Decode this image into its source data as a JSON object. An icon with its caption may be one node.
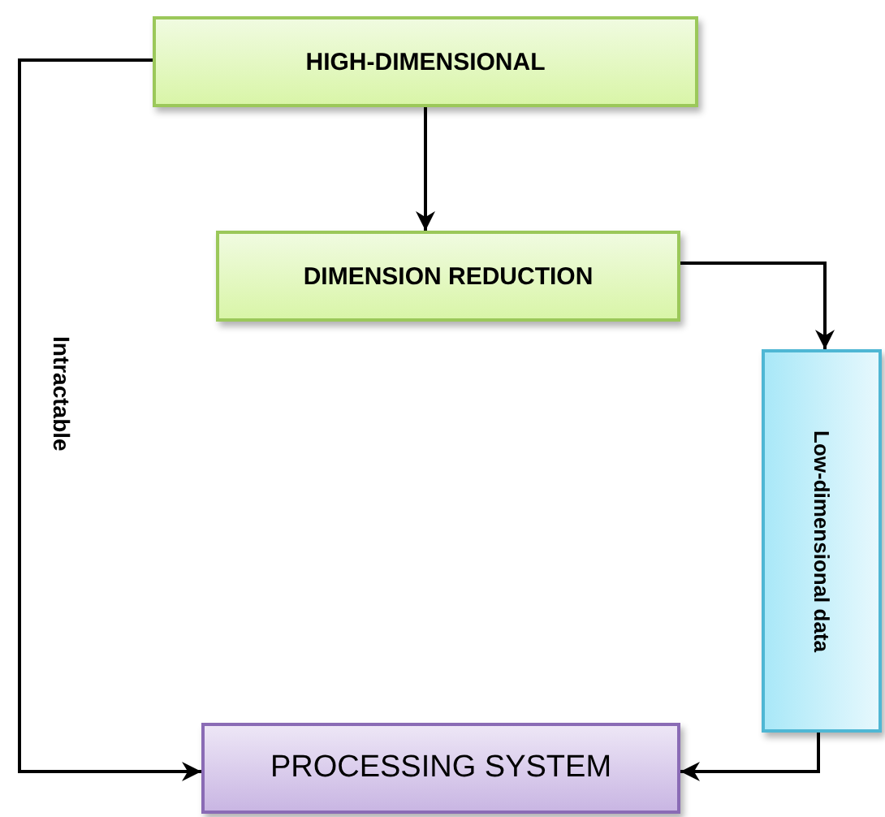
{
  "diagram": {
    "nodes": [
      {
        "text": [
          "HIGH-DIMENSIONAL"
        ]
      },
      {
        "text": [
          "DIMENSION REDUCTION"
        ]
      },
      {
        "text": [
          "Low-dimensional data"
        ]
      },
      {
        "text": [
          "PROCESSING SYSTEM"
        ]
      }
    ],
    "edges": [
      {
        "from": 0,
        "to": 1,
        "arrow": "to"
      },
      {
        "from": 1,
        "to": 2,
        "arrow": "to"
      },
      {
        "from": 2,
        "to": 3,
        "arrow": "to"
      },
      {
        "from": 0,
        "to": 3,
        "arrow": "to",
        "label": "Intractable"
      }
    ]
  }
}
